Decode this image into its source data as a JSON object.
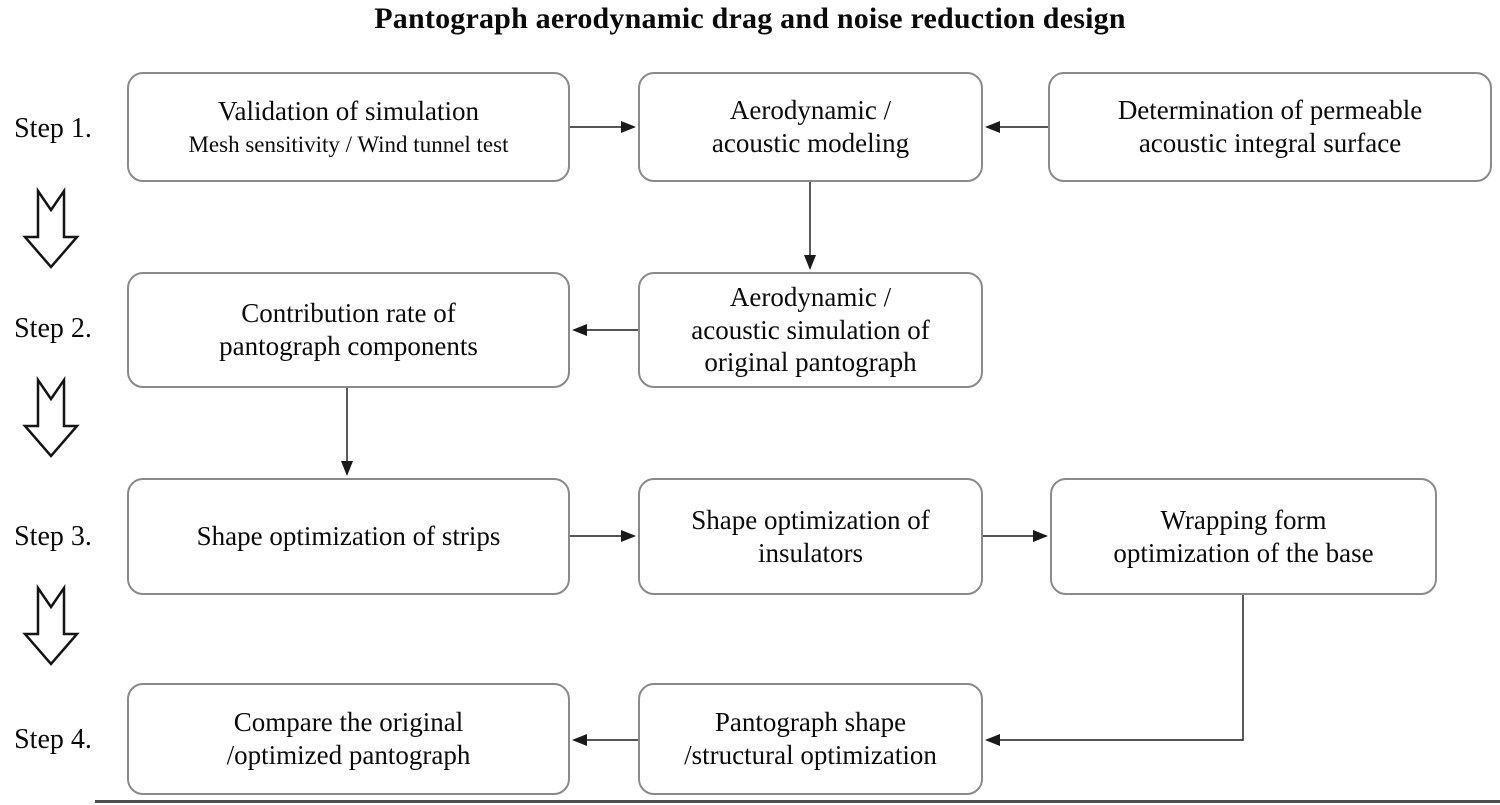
{
  "title": "Pantograph aerodynamic drag and noise reduction design",
  "steps": [
    {
      "label": "Step 1."
    },
    {
      "label": "Step 2."
    },
    {
      "label": "Step 3."
    },
    {
      "label": "Step 4."
    }
  ],
  "nodes": {
    "validation": {
      "line1": "Validation of simulation",
      "line2": "Mesh sensitivity / Wind tunnel test"
    },
    "modeling": {
      "line1": "Aerodynamic /",
      "line2": "acoustic modeling"
    },
    "surface": {
      "line1": "Determination of permeable",
      "line2": "acoustic integral surface"
    },
    "contribution": {
      "line1": "Contribution rate of",
      "line2": "pantograph components"
    },
    "simulation": {
      "line1": "Aerodynamic /",
      "line2": "acoustic simulation of",
      "line3": "original pantograph"
    },
    "strips": {
      "line1": "Shape optimization of strips"
    },
    "insulators": {
      "line1": "Shape optimization of",
      "line2": "insulators"
    },
    "wrapping": {
      "line1": "Wrapping form",
      "line2": "optimization of the base"
    },
    "compare": {
      "line1": "Compare the original",
      "line2": "/optimized pantograph"
    },
    "shape": {
      "line1": "Pantograph shape",
      "line2": "/structural optimization"
    }
  },
  "colors": {
    "box_border": "#8a8a8a",
    "connector": "#3d3d3d",
    "text": "#0a0a0a",
    "background": "#ffffff"
  }
}
